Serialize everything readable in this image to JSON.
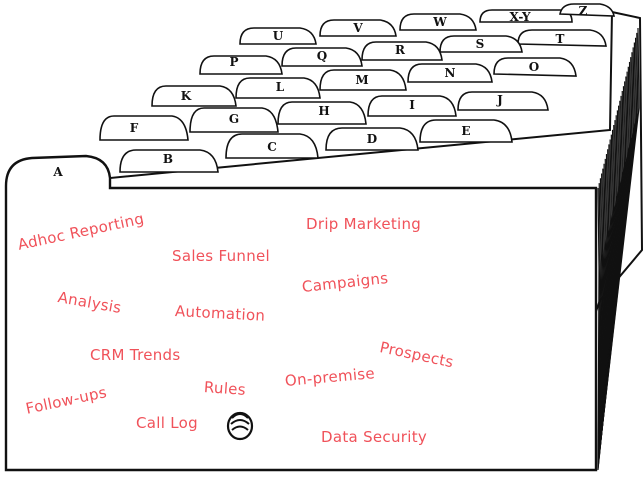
{
  "tabs": {
    "a": "A",
    "b": "B",
    "c": "C",
    "d": "D",
    "e": "E",
    "f": "F",
    "g": "G",
    "h": "H",
    "i": "I",
    "j": "J",
    "k": "K",
    "l": "L",
    "m": "M",
    "n": "N",
    "o": "O",
    "p": "P",
    "q": "Q",
    "r": "R",
    "s": "S",
    "t": "T",
    "u": "U",
    "v": "V",
    "w": "W",
    "xy": "X-Y",
    "z": "Z"
  },
  "topics": {
    "adhoc_reporting": "Adhoc Reporting",
    "sales_funnel": "Sales Funnel",
    "drip_marketing": "Drip Marketing",
    "analysis": "Analysis",
    "automation": "Automation",
    "campaigns": "Campaigns",
    "prospects": "Prospects",
    "crm_trends": "CRM Trends",
    "rules": "Rules",
    "on_premise": "On-premise",
    "follow_ups": "Follow-ups",
    "call_log": "Call Log",
    "data_security": "Data Security"
  },
  "colors": {
    "ink": "#111111",
    "card": "#ffffff",
    "topic_text": "#f0525a"
  }
}
